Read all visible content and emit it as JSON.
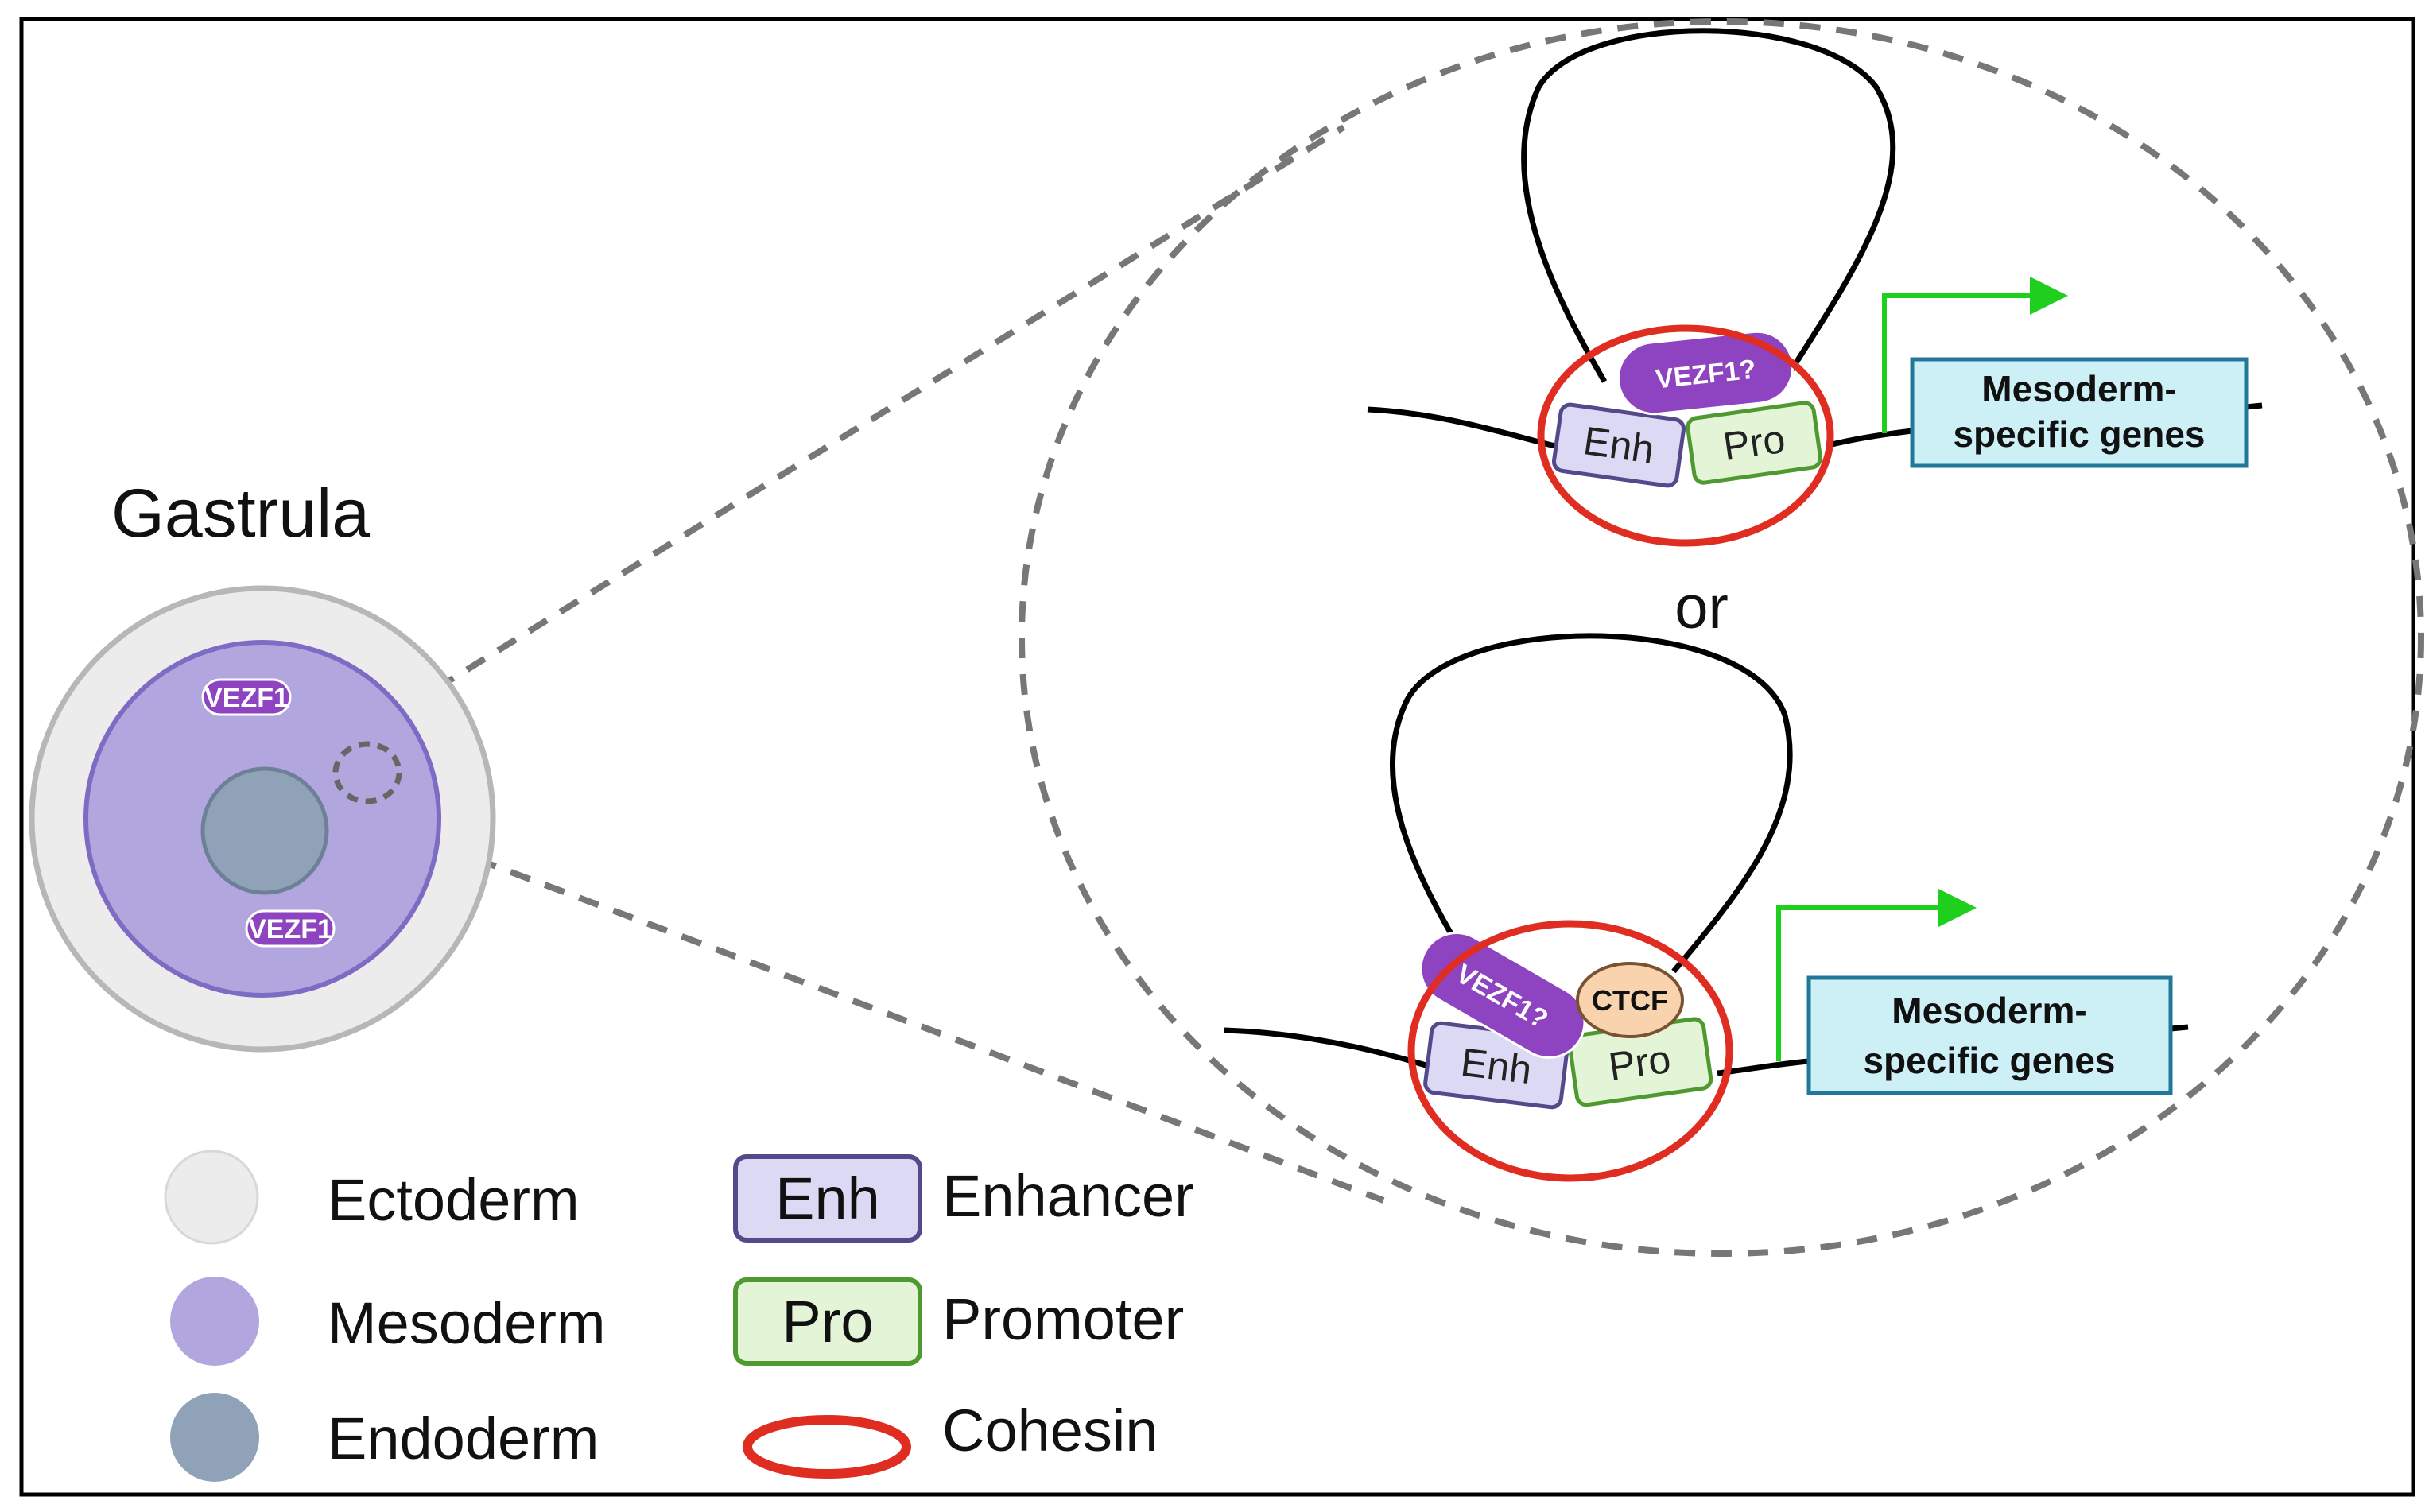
{
  "title": "Gastrula",
  "connector_word": "or",
  "cell_labels": {
    "vezf1_top": "VEZF1",
    "vezf1_bottom": "VEZF1"
  },
  "upper_model": {
    "factor": "VEZF1?",
    "enhancer": "Enh",
    "promoter": "Pro",
    "genes_line1": "Mesoderm-",
    "genes_line2": "specific genes"
  },
  "lower_model": {
    "factor": "VEZF1?",
    "ctcf": "CTCF",
    "enhancer": "Enh",
    "promoter": "Pro",
    "genes_line1": "Mesoderm-",
    "genes_line2": "specific genes"
  },
  "legend": {
    "ectoderm": "Ectoderm",
    "mesoderm": "Mesoderm",
    "endoderm": "Endoderm",
    "enh_box": "Enh",
    "enhancer": "Enhancer",
    "pro_box": "Pro",
    "promoter": "Promoter",
    "cohesin": "Cohesin"
  },
  "colors": {
    "ectoderm": "#ececec",
    "mesoderm": "#b1a7de",
    "endoderm": "#8fa2b7",
    "vezf1": "#8e44c0",
    "enhancer_fill": "#dcd9f4",
    "enhancer_stroke": "#54498a",
    "promoter_fill": "#e3f5d6",
    "promoter_stroke": "#4e9a30",
    "cohesin": "#e02d22",
    "ctcf_fill": "#f8d3ae",
    "gene_fill": "#cdeff6",
    "gene_stroke": "#23789a",
    "arrow": "#1ecf1e"
  }
}
